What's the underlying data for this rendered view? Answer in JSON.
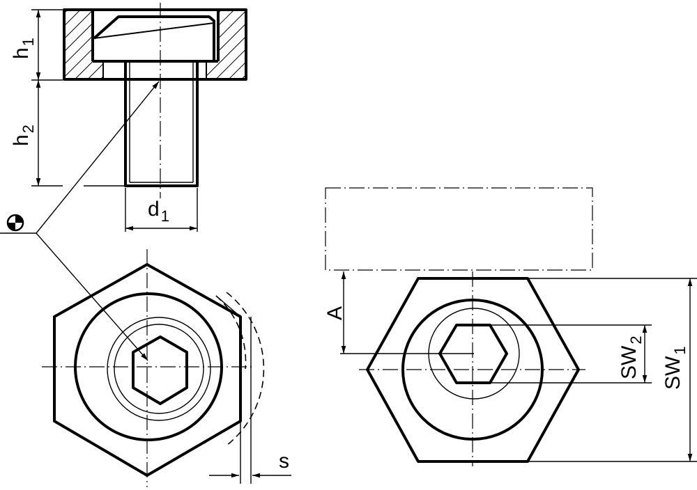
{
  "labels": {
    "h": "h",
    "h1_sub": "1",
    "h2_sub": "2",
    "d": "d",
    "d1_sub": "1",
    "s": "s",
    "A": "A",
    "SW": "SW",
    "SW1_sub": "1",
    "SW2_sub": "2"
  },
  "icons": {
    "centre_of_gravity": "centre-of-gravity-symbol"
  }
}
